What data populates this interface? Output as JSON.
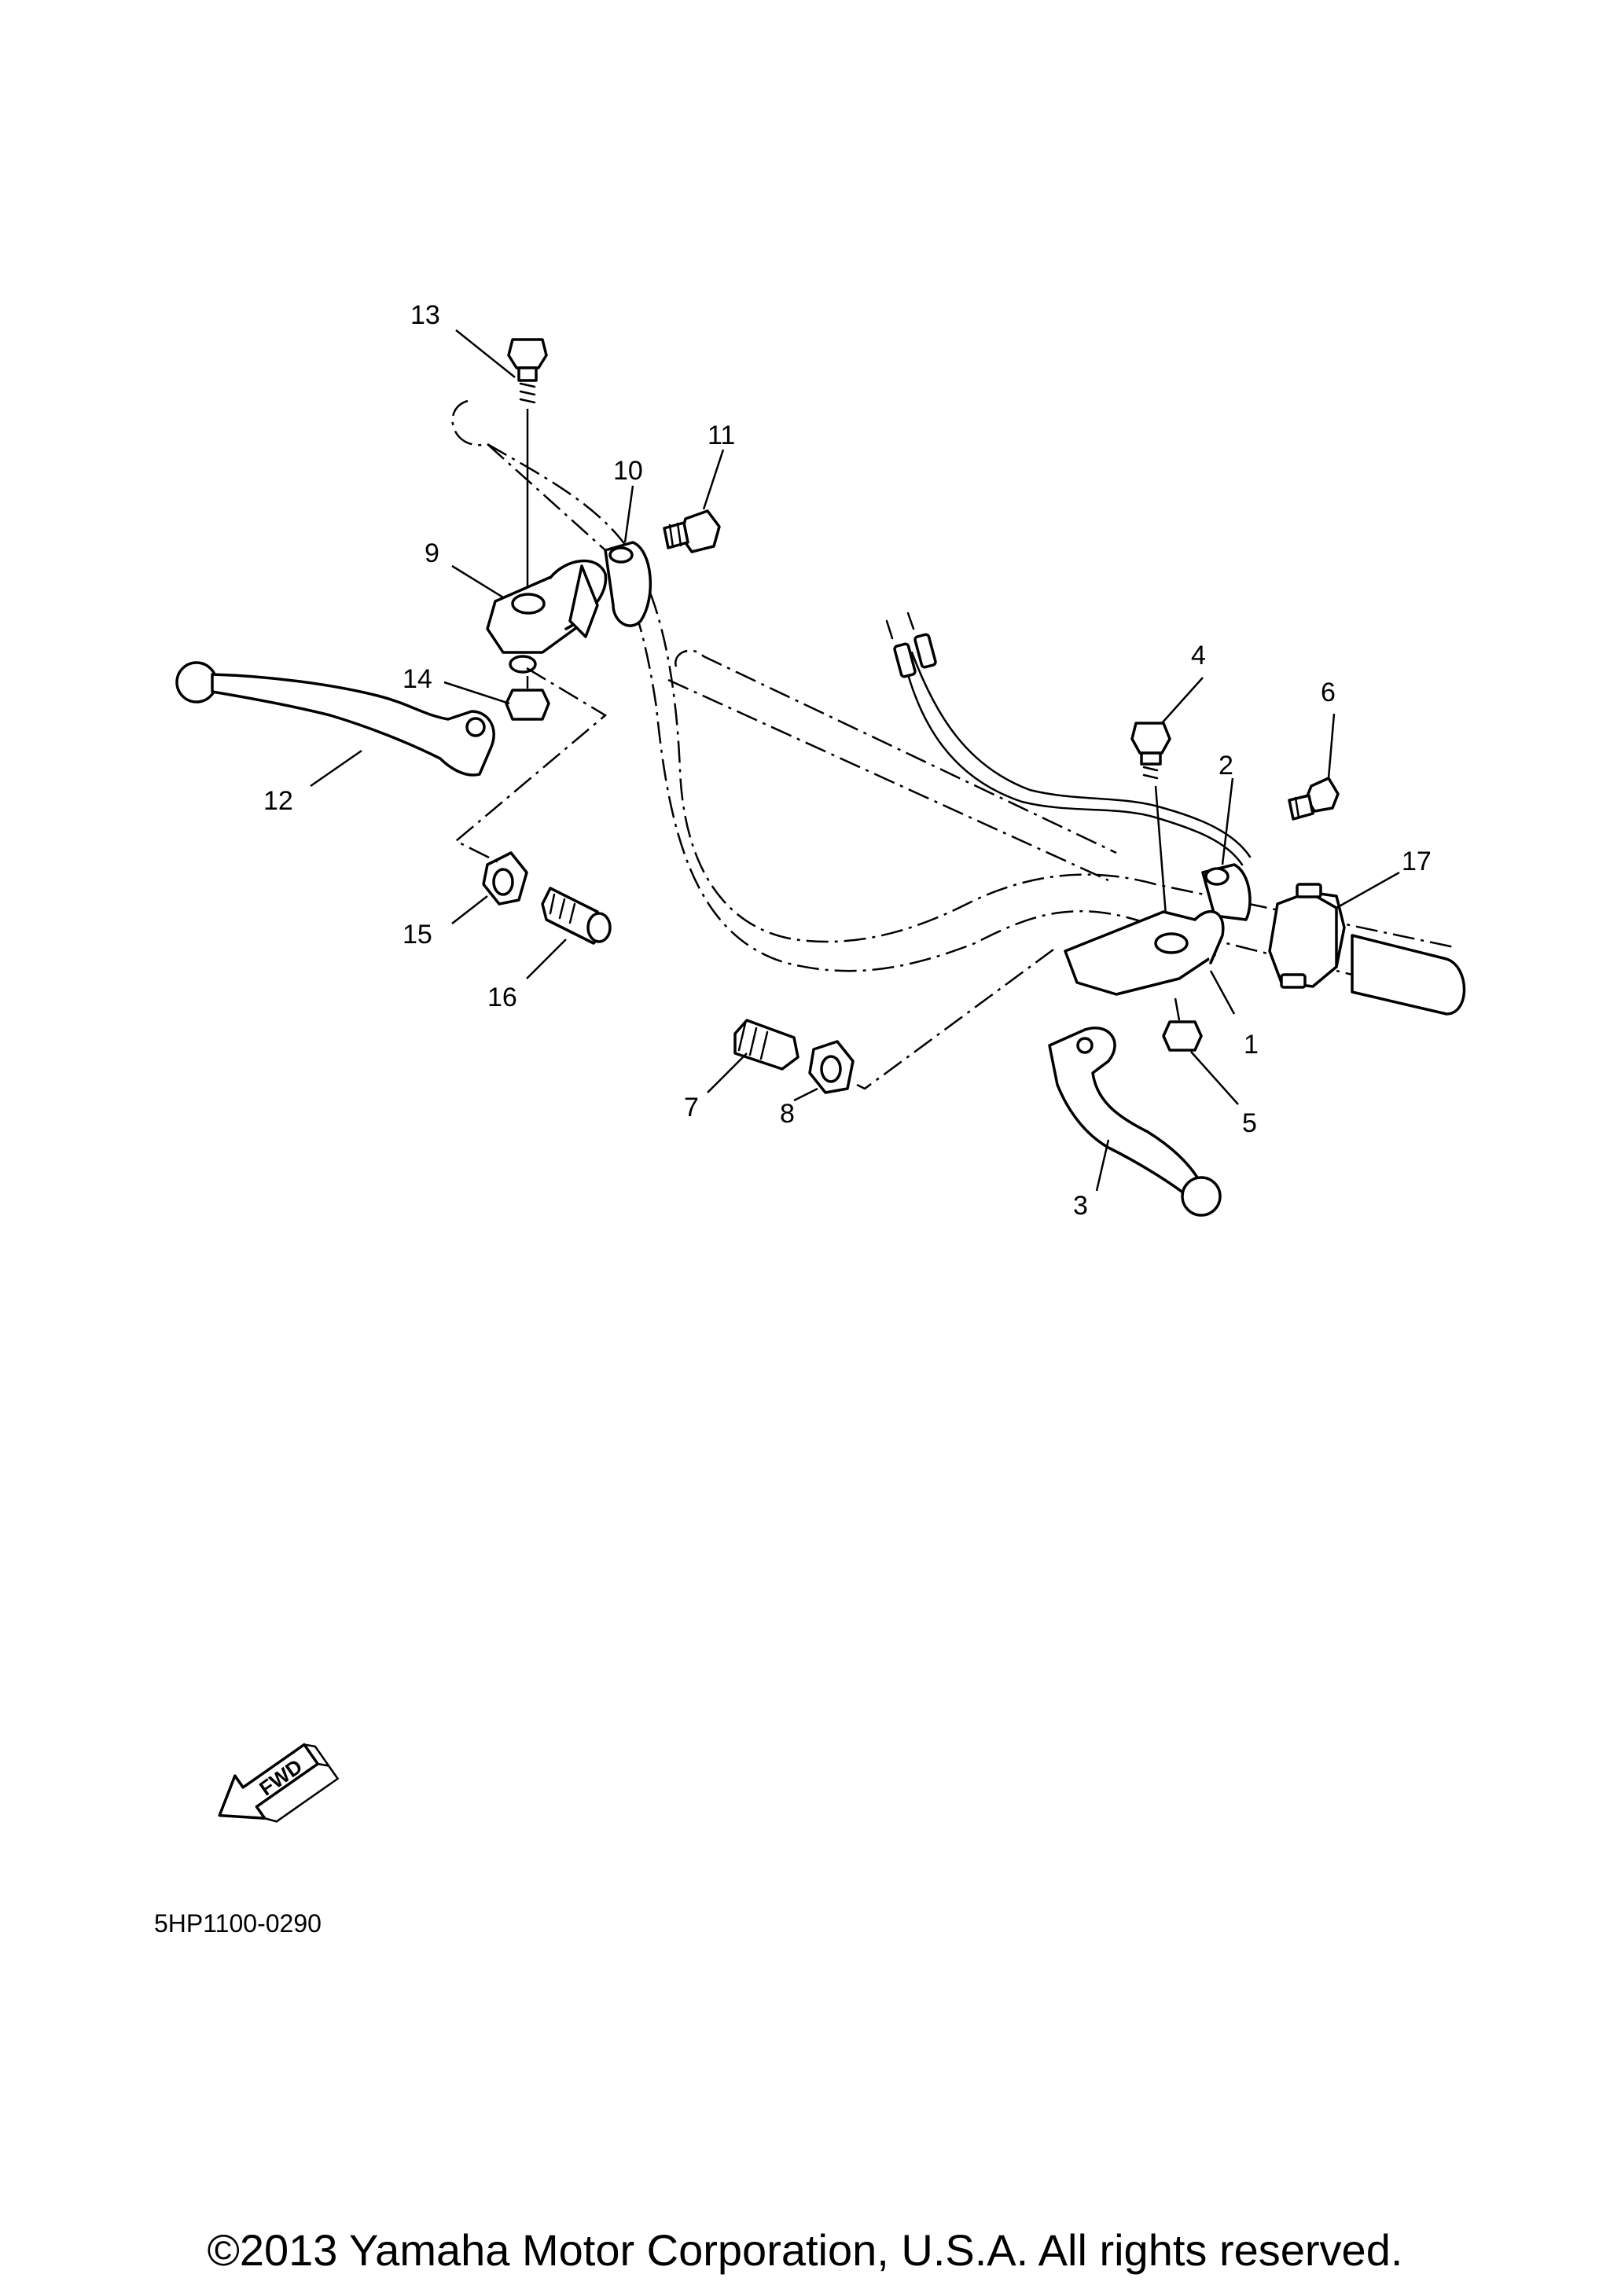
{
  "diagram": {
    "code": "5HP1100-0290",
    "copyright": "©2013 Yamaha Motor Corporation, U.S.A. All rights reserved.",
    "fwd_label": "FWD"
  },
  "callouts": [
    {
      "id": "1",
      "label": "1"
    },
    {
      "id": "2",
      "label": "2"
    },
    {
      "id": "3",
      "label": "3"
    },
    {
      "id": "4",
      "label": "4"
    },
    {
      "id": "5",
      "label": "5"
    },
    {
      "id": "6",
      "label": "6"
    },
    {
      "id": "7",
      "label": "7"
    },
    {
      "id": "8",
      "label": "8"
    },
    {
      "id": "9",
      "label": "9"
    },
    {
      "id": "10",
      "label": "10"
    },
    {
      "id": "11",
      "label": "11"
    },
    {
      "id": "12",
      "label": "12"
    },
    {
      "id": "13",
      "label": "13"
    },
    {
      "id": "14",
      "label": "14"
    },
    {
      "id": "15",
      "label": "15"
    },
    {
      "id": "16",
      "label": "16"
    },
    {
      "id": "17",
      "label": "17"
    }
  ]
}
